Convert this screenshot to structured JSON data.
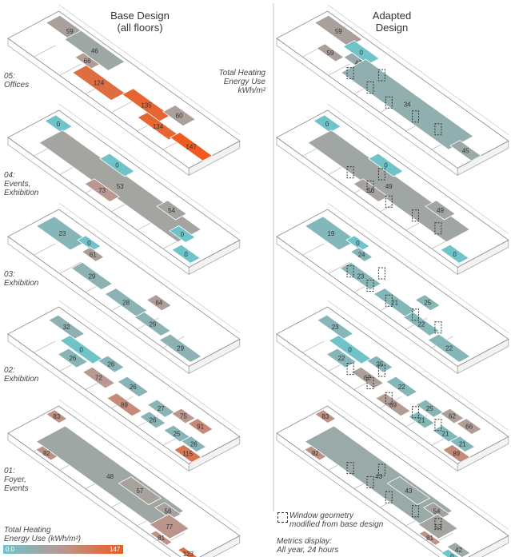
{
  "header": {
    "base_title_1": "Base Design",
    "base_title_2": "(all floors)",
    "adapted_title_1": "Adapted",
    "adapted_title_2": "Design"
  },
  "metric_label": {
    "line1": "Total Heating",
    "line2": "Energy Use",
    "line3": "kWh/m²"
  },
  "floors": [
    {
      "label_1": "05:",
      "label_2": "Offices",
      "label_3": ""
    },
    {
      "label_1": "04:",
      "label_2": "Events,",
      "label_3": "Exhibition"
    },
    {
      "label_1": "03:",
      "label_2": "Exhibition",
      "label_3": ""
    },
    {
      "label_1": "02:",
      "label_2": "Exhibition",
      "label_3": ""
    },
    {
      "label_1": "01:",
      "label_2": "Foyer,",
      "label_3": "Events"
    }
  ],
  "legend": {
    "title_1": "Total Heating",
    "title_2": "Energy Use (kWh/m²)",
    "min": "0.0",
    "max": "147",
    "min_value": 0,
    "max_value": 147,
    "color_low": "#6fc3c9",
    "color_mid": "#b89890",
    "color_high": "#f05a1e"
  },
  "notes": {
    "window_note_1": "Window geometry",
    "window_note_2": "modified from base design",
    "metrics_1": "Metrics display:",
    "metrics_2": "All year, 24 hours"
  },
  "diagram": {
    "base": [
      [
        59,
        46,
        66,
        124,
        135,
        60,
        134,
        147
      ],
      [
        0,
        53,
        0,
        73,
        54,
        0,
        0
      ],
      [
        23,
        0,
        61,
        29,
        28,
        64,
        29,
        29
      ],
      [
        32,
        0,
        26,
        26,
        72,
        26,
        89,
        27,
        26,
        75,
        25,
        91,
        26,
        115
      ],
      [
        83,
        48,
        82,
        57,
        56,
        77,
        81,
        123
      ]
    ],
    "adapted": [
      [
        59,
        0,
        43,
        59,
        34,
        45
      ],
      [
        0,
        49,
        0,
        56,
        49,
        0
      ],
      [
        19,
        0,
        24,
        23,
        21,
        25,
        22,
        22
      ],
      [
        23,
        0,
        22,
        25,
        62,
        22,
        69,
        25,
        21,
        62,
        21,
        66,
        21,
        89
      ],
      [
        83,
        43,
        82,
        43,
        54,
        53,
        81,
        42,
        0
      ]
    ]
  }
}
